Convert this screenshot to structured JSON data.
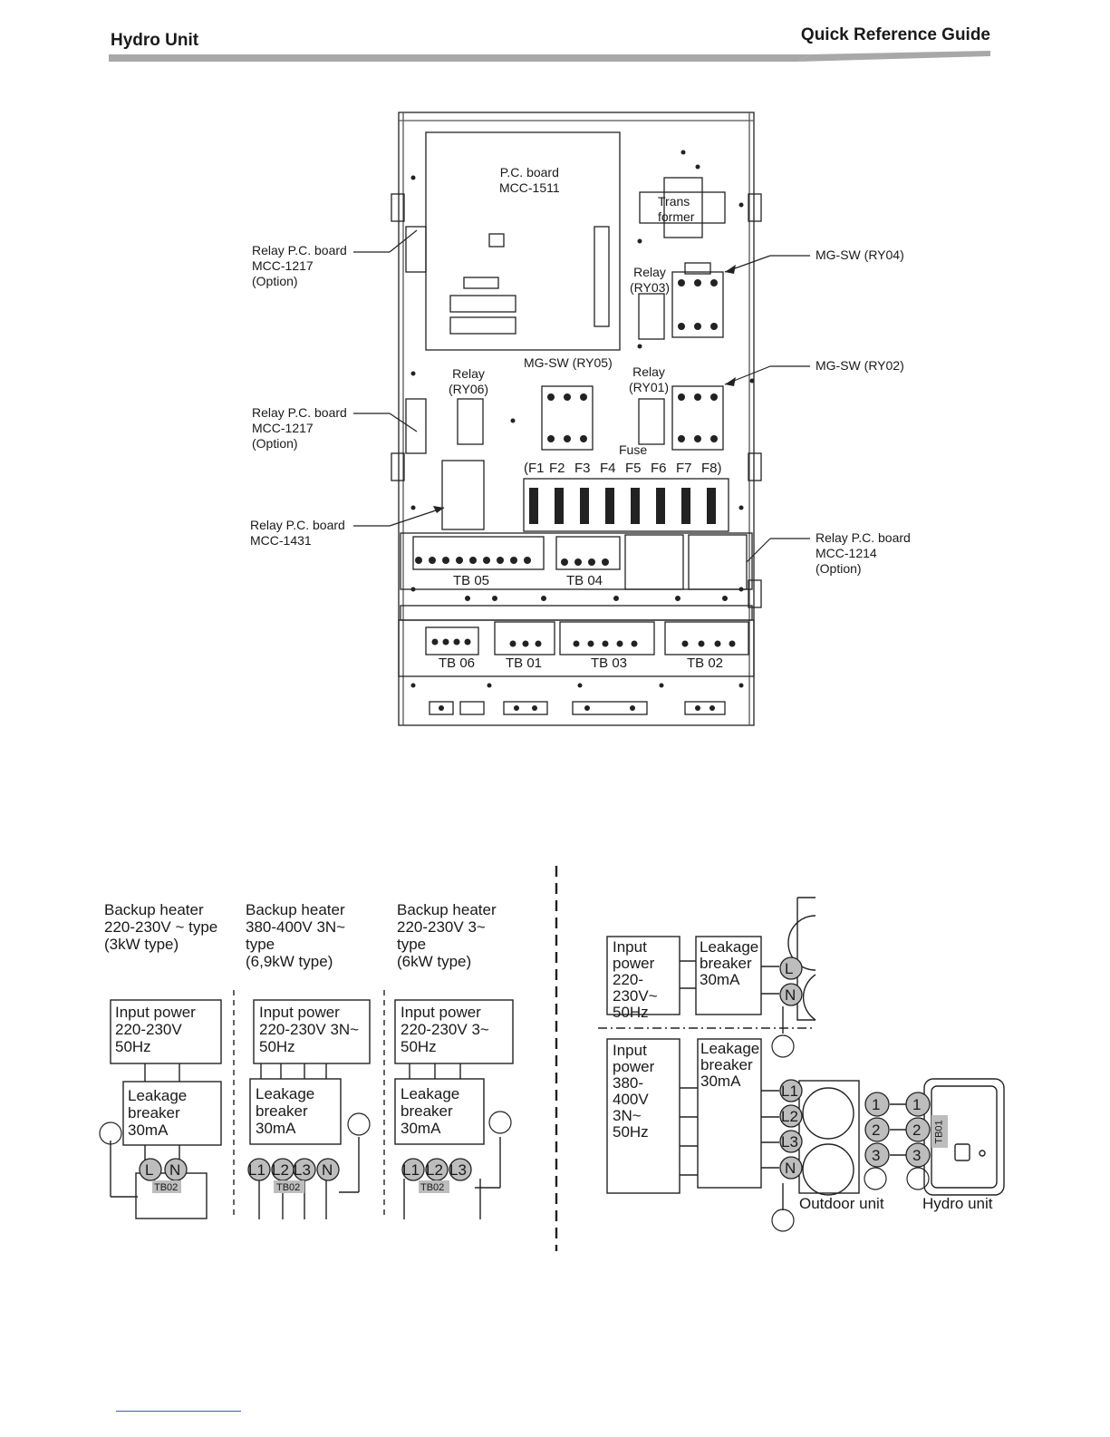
{
  "header": {
    "left_title": "Hydro Unit",
    "right_title": "Quick Reference Guide"
  },
  "unit_diagram": {
    "pc_board": [
      "P.C. board",
      "MCC-1511"
    ],
    "transformer": [
      "Trans",
      "former"
    ],
    "relay_ry03": [
      "Relay",
      "(RY03)"
    ],
    "relay_ry06": [
      "Relay",
      "(RY06)"
    ],
    "relay_ry01": [
      "Relay",
      "(RY01)"
    ],
    "mgsw_ry05": "MG-SW (RY05)",
    "fuse": "Fuse",
    "fuse_labels": [
      "(F1",
      "F2",
      "F3",
      "F4",
      "F5",
      "F6",
      "F7",
      "F8)"
    ],
    "terminal_blocks": [
      "TB 05",
      "TB 04",
      "TB 06",
      "TB 01",
      "TB 03",
      "TB 02"
    ],
    "callouts": {
      "relay_1217_a": [
        "Relay P.C. board",
        "MCC-1217",
        "(Option)"
      ],
      "relay_1217_b": [
        "Relay P.C. board",
        "MCC-1217",
        "(Option)"
      ],
      "relay_1431": [
        "Relay P.C. board",
        "MCC-1431"
      ],
      "mgsw_ry04": "MG-SW (RY04)",
      "mgsw_ry02": "MG-SW (RY02)",
      "relay_1214": [
        "Relay P.C. board",
        "MCC-1214",
        "(Option)"
      ]
    }
  },
  "wiring_left": {
    "columns": [
      {
        "heading": [
          "Backup heater",
          "220-230V ~ type",
          "(3kW type)"
        ],
        "input_power": [
          "Input power",
          "220-230V",
          "50Hz"
        ],
        "breaker": [
          "Leakage",
          "breaker",
          "30mA"
        ],
        "terminals": [
          "L",
          "N"
        ],
        "tb": "TB02"
      },
      {
        "heading": [
          "Backup heater",
          "380-400V 3N~",
          "type",
          "(6,9kW type)"
        ],
        "input_power": [
          "Input power",
          "220-230V 3N~",
          "50Hz"
        ],
        "breaker": [
          "Leakage",
          "breaker",
          "30mA"
        ],
        "terminals": [
          "L1",
          "L2",
          "L3",
          "N"
        ],
        "tb": "TB02"
      },
      {
        "heading": [
          "Backup heater",
          "220-230V 3~",
          "type",
          "(6kW type)"
        ],
        "input_power": [
          "Input power",
          "220-230V 3~",
          "50Hz"
        ],
        "breaker": [
          "Leakage",
          "breaker",
          "30mA"
        ],
        "terminals": [
          "L1",
          "L2",
          "L3"
        ],
        "tb": "TB02"
      }
    ]
  },
  "wiring_right": {
    "top_power": [
      "Input",
      "power",
      "220-",
      "230V~",
      "50Hz"
    ],
    "top_breaker": [
      "Leakage",
      "breaker",
      "30mA"
    ],
    "top_terminals": [
      "L",
      "N"
    ],
    "bottom_power": [
      "Input",
      "power",
      "380-",
      "400V",
      "3N~",
      "50Hz"
    ],
    "bottom_breaker": [
      "Leakage",
      "breaker",
      "30mA"
    ],
    "bottom_terminals": [
      "L1",
      "L2",
      "L3",
      "N"
    ],
    "link_numbers": [
      "1",
      "2",
      "3"
    ],
    "tb01": "TB01",
    "outdoor_unit": "Outdoor unit",
    "hydro_unit": "Hydro unit"
  }
}
